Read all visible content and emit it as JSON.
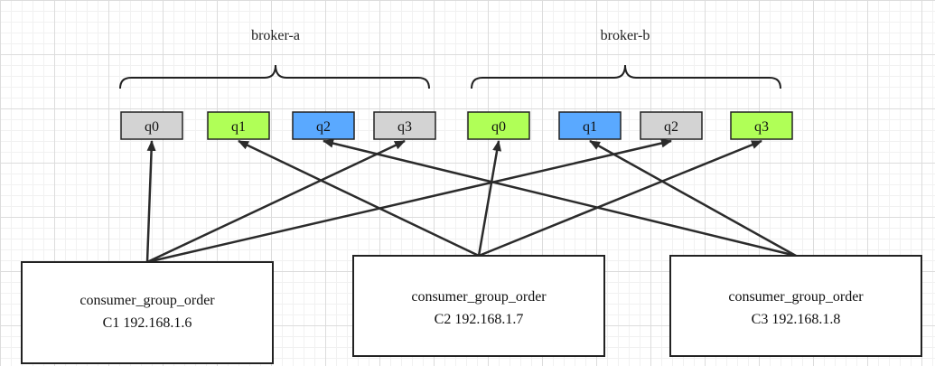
{
  "brokers": [
    {
      "name": "broker-a",
      "queues": [
        {
          "label": "q0",
          "color": "#d3d3d3"
        },
        {
          "label": "q1",
          "color": "#b0ff57"
        },
        {
          "label": "q2",
          "color": "#5aa9ff"
        },
        {
          "label": "q3",
          "color": "#d3d3d3"
        }
      ]
    },
    {
      "name": "broker-b",
      "queues": [
        {
          "label": "q0",
          "color": "#b0ff57"
        },
        {
          "label": "q1",
          "color": "#5aa9ff"
        },
        {
          "label": "q2",
          "color": "#d3d3d3"
        },
        {
          "label": "q3",
          "color": "#b0ff57"
        }
      ]
    }
  ],
  "consumers": [
    {
      "group": "consumer_group_order",
      "id_ip": "C1 192.168.1.6"
    },
    {
      "group": "consumer_group_order",
      "id_ip": "C2 192.168.1.7"
    },
    {
      "group": "consumer_group_order",
      "id_ip": "C3 192.168.1.8"
    }
  ],
  "assignments": [
    {
      "consumer": 0,
      "broker": 0,
      "queue": 0
    },
    {
      "consumer": 0,
      "broker": 0,
      "queue": 3
    },
    {
      "consumer": 0,
      "broker": 1,
      "queue": 2
    },
    {
      "consumer": 1,
      "broker": 0,
      "queue": 1
    },
    {
      "consumer": 1,
      "broker": 1,
      "queue": 0
    },
    {
      "consumer": 1,
      "broker": 1,
      "queue": 3
    },
    {
      "consumer": 2,
      "broker": 0,
      "queue": 2
    },
    {
      "consumer": 2,
      "broker": 1,
      "queue": 1
    }
  ],
  "colors": {
    "arrow": "#2b2b2b",
    "box_border": "#222222"
  }
}
